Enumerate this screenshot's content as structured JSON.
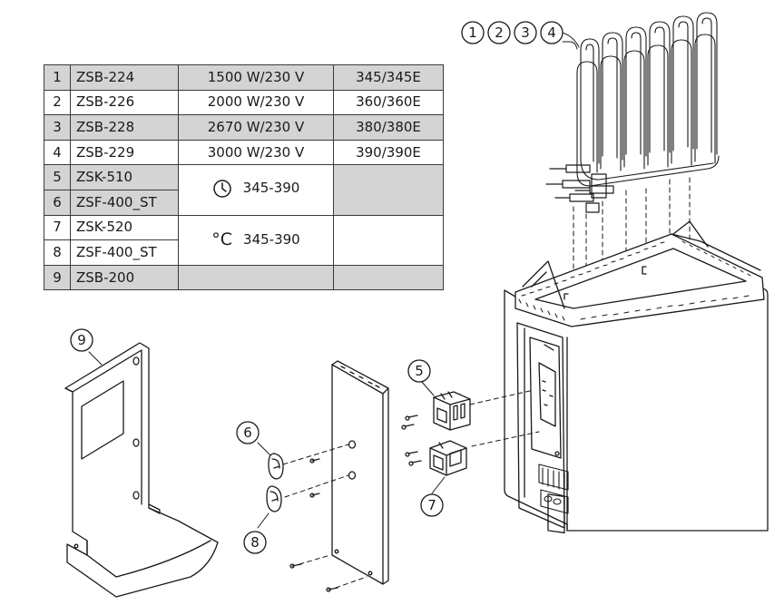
{
  "table": {
    "rows": [
      {
        "num": "1",
        "code": "ZSB-224",
        "power": "1500 W/230 V",
        "model": "345/345E",
        "shaded": true
      },
      {
        "num": "2",
        "code": "ZSB-226",
        "power": "2000 W/230 V",
        "model": "360/360E",
        "shaded": false
      },
      {
        "num": "3",
        "code": "ZSB-228",
        "power": "2670 W/230 V",
        "model": "380/380E",
        "shaded": true
      },
      {
        "num": "4",
        "code": "ZSB-229",
        "power": "3000 W/230 V",
        "model": "390/390E",
        "shaded": false
      },
      {
        "num": "5",
        "code": "ZSK-510",
        "shaded": true
      },
      {
        "num": "6",
        "code": "ZSF-400_ST",
        "shaded": true
      },
      {
        "num": "7",
        "code": "ZSK-520",
        "shaded": false
      },
      {
        "num": "8",
        "code": "ZSF-400_ST",
        "shaded": false
      },
      {
        "num": "9",
        "code": "ZSB-200",
        "shaded": true
      }
    ],
    "timer_group": {
      "icon": "clock-icon",
      "range": "345-390"
    },
    "thermostat_group": {
      "symbol": "°C",
      "range": "345-390"
    }
  },
  "callouts": {
    "c1": "1",
    "c2": "2",
    "c3": "3",
    "c4": "4",
    "c5": "5",
    "c6": "6",
    "c7": "7",
    "c8": "8",
    "c9": "9"
  },
  "colors": {
    "line": "#1a1a1a",
    "shade": "#d4d4d4",
    "background": "#ffffff"
  }
}
